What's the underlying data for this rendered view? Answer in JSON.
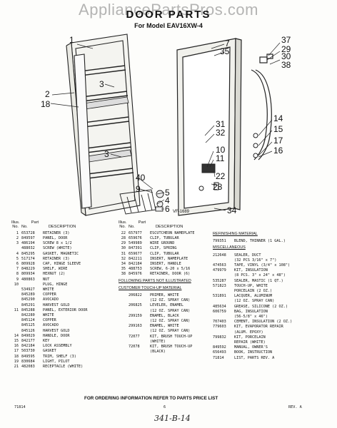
{
  "watermark": "AppliancePartsPros.com",
  "title": "DOOR PARTS",
  "subtitle": "For Model EAV16XW-4",
  "figure_code": "VF-1689",
  "callouts_left": [
    "1",
    "3",
    "2",
    "18",
    "3",
    "40",
    "9"
  ],
  "callouts_mid_left": [
    "5",
    "4",
    "6"
  ],
  "callouts_right": [
    "37",
    "29",
    "30",
    "38",
    "7",
    "35",
    "14",
    "15",
    "17",
    "16",
    "31",
    "32",
    "10",
    "11",
    "22",
    "28",
    "34"
  ],
  "table": {
    "header_col1": "Illus.",
    "header_col2": "Part",
    "header_no": "No.",
    "header_part_no": "No.",
    "header_desc": "DESCRIPTION",
    "col1_rows": [
      {
        "no": "1",
        "part": "653728",
        "desc": "RETAINER (3)"
      },
      {
        "no": "2",
        "part": "849597",
        "desc": "PANEL, DOOR"
      },
      {
        "no": "3",
        "part": "486194",
        "desc": "SCREW 8 x 1/2"
      },
      {
        "no": "",
        "part": "488032",
        "desc": "SCREW (WHITE)"
      },
      {
        "no": "4",
        "part": "845295",
        "desc": "GASKET, MAGNETIC"
      },
      {
        "no": "5",
        "part": "517174",
        "desc": "RETAINER (3)"
      },
      {
        "no": "6",
        "part": "809928",
        "desc": "CAP, HINGE SLEEVE"
      },
      {
        "no": "7",
        "part": "848229",
        "desc": "SHELF, WIRE"
      },
      {
        "no": "8",
        "part": "809934",
        "desc": "HEXNUT (2)"
      },
      {
        "no": "9",
        "part": "480863",
        "desc": "NUT"
      },
      {
        "no": "10",
        "part": "",
        "desc": "PLUG, HINGE"
      },
      {
        "no": "",
        "part": "534927",
        "desc": "WHITE"
      },
      {
        "no": "",
        "part": "845289",
        "desc": "COPPER"
      },
      {
        "no": "",
        "part": "845290",
        "desc": "AVOCADO"
      },
      {
        "no": "",
        "part": "845291",
        "desc": "HARVEST GOLD"
      },
      {
        "no": "11",
        "part": "845288",
        "desc": "PANEL, EXTERIOR DOOR"
      },
      {
        "no": "",
        "part": "842280",
        "desc": "WHITE"
      },
      {
        "no": "",
        "part": "845124",
        "desc": "COPPER"
      },
      {
        "no": "",
        "part": "845125",
        "desc": "AVOCADO"
      },
      {
        "no": "",
        "part": "845126",
        "desc": "HARVEST GOLD"
      },
      {
        "no": "14",
        "part": "849029",
        "desc": "HANDLE, DOOR"
      },
      {
        "no": "15",
        "part": "842177",
        "desc": "KEY"
      },
      {
        "no": "16",
        "part": "842184",
        "desc": "LOCK ASSEMBLY"
      },
      {
        "no": "17",
        "part": "503730",
        "desc": "GASKET"
      },
      {
        "no": "18",
        "part": "849595",
        "desc": "TRIM, SHELF (3)"
      },
      {
        "no": "19",
        "part": "830684",
        "desc": "LIGHT, PILOT"
      },
      {
        "no": "21",
        "part": "482083",
        "desc": "RECEPTACLE (WHITE)"
      }
    ],
    "col2_rows": [
      {
        "no": "22",
        "part": "657977",
        "desc": "ESCUTCHEON NAMEPLATE"
      },
      {
        "no": "28",
        "part": "659676",
        "desc": "CLIP, TUBULAR"
      },
      {
        "no": "29",
        "part": "549989",
        "desc": "WIRE GROUND"
      },
      {
        "no": "30",
        "part": "847391",
        "desc": "CLIP, SPRING"
      },
      {
        "no": "31",
        "part": "659677",
        "desc": "CLIP, TUBULAR"
      },
      {
        "no": "32",
        "part": "842211",
        "desc": "INSERT, NAMEPLATE"
      },
      {
        "no": "34",
        "part": "842184",
        "desc": "INSERT, HANDLE"
      },
      {
        "no": "35",
        "part": "488753",
        "desc": "SCREW, 6-20 x 5/16"
      },
      {
        "no": "38",
        "part": "845976",
        "desc": "RETAINER, DOOR (6)"
      }
    ],
    "col2_section": "FOLLOWING PARTS NOT ILLUSTRATED",
    "col2_section2": "CUSTOMER TOUCH-UP MATERIAL",
    "col2_touchup_rows": [
      {
        "no": "",
        "part": "206822",
        "desc": "PRIMER, WHITE"
      },
      {
        "no": "",
        "part": "",
        "desc": "(12 OZ. SPRAY CAN)"
      },
      {
        "no": "",
        "part": "206825",
        "desc": "LEVELER, ENAMEL"
      },
      {
        "no": "",
        "part": "",
        "desc": "(12 OZ. SPRAY CAN)"
      },
      {
        "no": "",
        "part": "299159",
        "desc": "ENAMEL, BLACK"
      },
      {
        "no": "",
        "part": "",
        "desc": "(12 OZ. SPRAY CAN)"
      },
      {
        "no": "",
        "part": "299163",
        "desc": "ENAMEL, WHITE"
      },
      {
        "no": "",
        "part": "",
        "desc": "(12 OZ. SPRAY CAN)"
      },
      {
        "no": "",
        "part": "72077",
        "desc": "KIT, BRUSH TOUCH-UP"
      },
      {
        "no": "",
        "part": "",
        "desc": "(WHITE)"
      },
      {
        "no": "",
        "part": "72078",
        "desc": "KIT, BRUSH TOUCH-UP"
      },
      {
        "no": "",
        "part": "",
        "desc": "(BLACK)"
      }
    ],
    "col3_section1": "REFINISHING MATERIAL",
    "col3_refinish_rows": [
      {
        "part": "799351",
        "desc": "BLEND, THINNER (1 GAL.)"
      }
    ],
    "col3_section2": "MISCELLANEOUS",
    "col3_misc_rows": [
      {
        "part": "212648",
        "desc": "SEALER, DUCT"
      },
      {
        "part": "",
        "desc": "(32 PCS 3/16\" x 7\")"
      },
      {
        "part": "474563",
        "desc": "TAPE, VINYL (3/4\" x 108\")"
      },
      {
        "part": "479979",
        "desc": "KIT, INSULATION"
      },
      {
        "part": "",
        "desc": "(8 PCS. 3\" x 24\" x 48\")"
      },
      {
        "part": "535287",
        "desc": "SEALER, MASTIC (1 QT.)"
      },
      {
        "part": "571823",
        "desc": "TOUCH-UP, WHITE"
      },
      {
        "part": "",
        "desc": "PORCELAIN (2 OZ.)"
      },
      {
        "part": "531891",
        "desc": "LACQUER, ALUMINUM"
      },
      {
        "part": "",
        "desc": "(12 OZ. SPRAY CAN)"
      },
      {
        "part": "485634",
        "desc": "GREASE, SILICONE (2 OZ.)"
      },
      {
        "part": "606759",
        "desc": "BAG, INSULATION"
      },
      {
        "part": "",
        "desc": "(56-5/8\" x 46\")"
      },
      {
        "part": "707403",
        "desc": "CEMENT, INSULATION (2 OZ.)"
      },
      {
        "part": "779603",
        "desc": "KIT, EVAPORATOR REPAIR"
      },
      {
        "part": "",
        "desc": "(ALUM. EPOXY)"
      },
      {
        "part": "799832",
        "desc": "KIT, PORCELAIN"
      },
      {
        "part": "",
        "desc": "REPAIR (WHITE)"
      },
      {
        "part": "849592",
        "desc": "MANUAL, OWNER'S"
      },
      {
        "part": "656493",
        "desc": "BOOK, INSTRUCTION"
      },
      {
        "part": "71814",
        "desc": "LIST, PARTS REV. A"
      }
    ]
  },
  "footer": {
    "ordering_note": "FOR ORDERING INFORMATION REFER TO PARTS PRICE LIST",
    "left_code": "71814",
    "page_number": "6",
    "revision": "REV. A",
    "handwritten": "341-B-14"
  }
}
